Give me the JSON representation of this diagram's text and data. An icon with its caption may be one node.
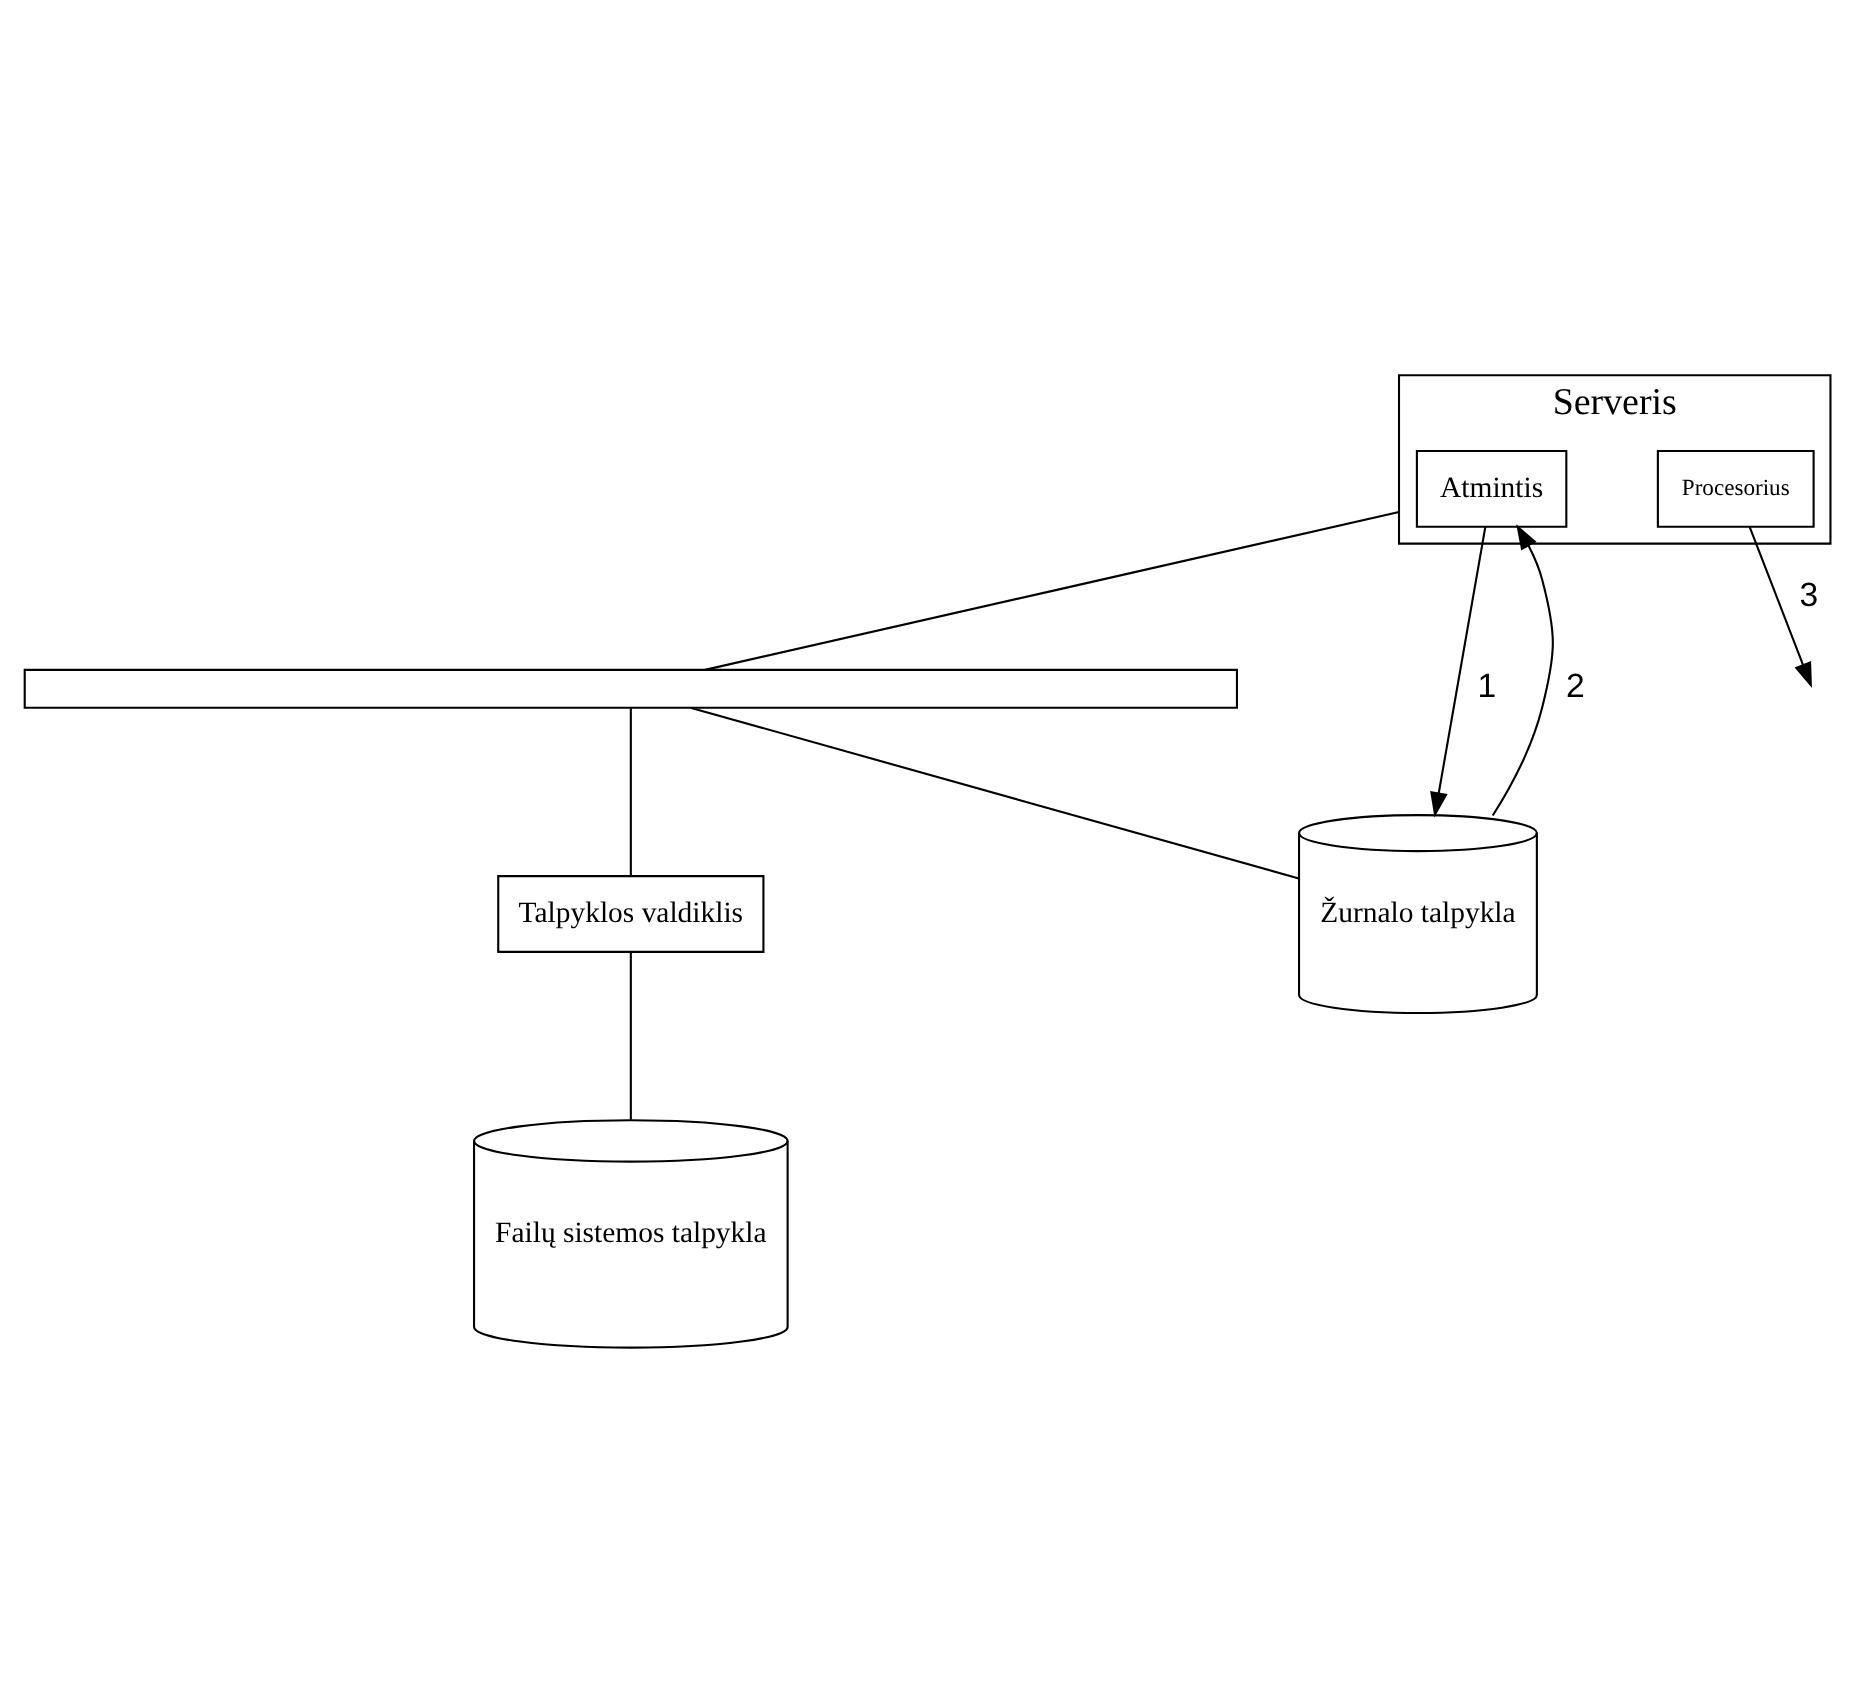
{
  "diagram": {
    "nodes": [
      {
        "text": [
          "Serveris"
        ]
      },
      {
        "text": [
          "Atmintis"
        ],
        "in": 0
      },
      {
        "text": [
          "Procesorius"
        ],
        "in": 0
      },
      {
        "text": [],
        "shape": "bar"
      },
      {
        "text": [
          "Žurnalo talpykla"
        ]
      },
      {
        "text": [
          "Talpyklos valdiklis"
        ]
      },
      {
        "text": [
          "Failų sistemos talpykla"
        ]
      }
    ],
    "edges": [
      {
        "from": 0,
        "to": 3,
        "arrow": "none"
      },
      {
        "from": 4,
        "to": 3,
        "arrow": "none"
      },
      {
        "from": 5,
        "to": 3,
        "arrow": "none"
      },
      {
        "from": 5,
        "to": 6,
        "arrow": "none"
      },
      {
        "from": 1,
        "to": 4,
        "arrow": "to",
        "label": "1"
      },
      {
        "from": 4,
        "to": 1,
        "arrow": "to",
        "label": "2"
      },
      {
        "from": 2,
        "to": null,
        "arrow": "to",
        "label": "3"
      }
    ]
  }
}
